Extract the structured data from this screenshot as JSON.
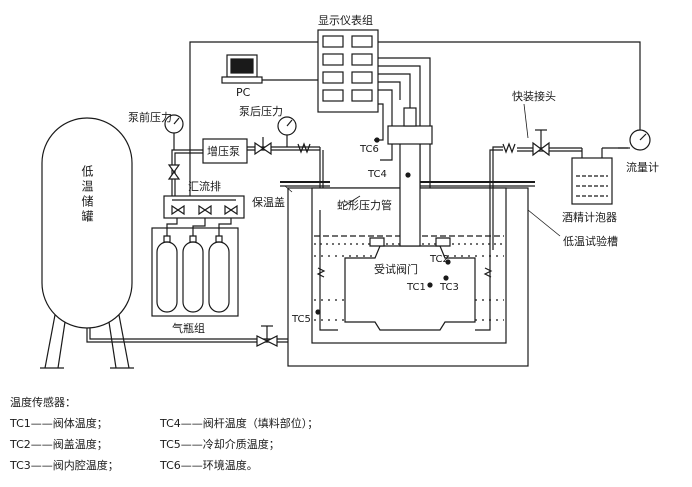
{
  "diagram": {
    "display_group": "显示仪表组",
    "pc": "PC",
    "pump_front_pressure": "泵前压力",
    "pump_rear_pressure": "泵后压力",
    "booster_pump": "增压泵",
    "manifold": "汇流排",
    "cylinder_group": "气瓶组",
    "storage_tank": "低温储罐",
    "insulation_cover": "保温盖",
    "coil_pipe": "蛇形压力管",
    "quick_connector": "快装接头",
    "alcohol_bubbler": "酒精计泡器",
    "flow_meter": "流量计",
    "test_tank": "低温试验槽",
    "valve_under_test": "受试阀门",
    "tc1": "TC1",
    "tc2": "TC2",
    "tc3": "TC3",
    "tc4": "TC4",
    "tc5": "TC5",
    "tc6": "TC6"
  },
  "legend": {
    "title": "温度传感器：",
    "items": [
      "TC1——阀体温度；",
      "TC4——阀杆温度（填料部位）；",
      "TC2——阀盖温度；",
      "TC5——冷却介质温度；",
      "TC3——阀内腔温度；",
      "TC6——环境温度。"
    ]
  }
}
